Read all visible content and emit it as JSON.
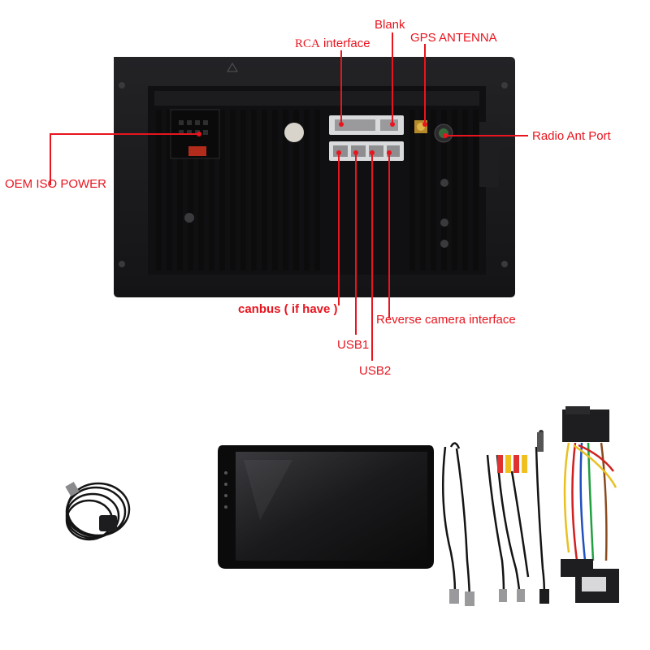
{
  "labels": {
    "rca_prefix": "RCA",
    "rca_suffix": " interface",
    "blank": "Blank",
    "gps_antenna": "GPS ANTENNA",
    "radio_ant_port": "Radio Ant Port",
    "oem_iso_power": "OEM ISO POWER",
    "canbus": "canbus ( if have )",
    "reverse_camera": "Reverse camera interface",
    "usb1": "USB1",
    "usb2": "USB2"
  },
  "colors": {
    "label_red": "#e8141e",
    "chassis": "#1b1b1d",
    "rib": "#0c0c0d",
    "connector": "#d9dadc",
    "pointer": "#e8141e"
  },
  "icons": {
    "gps_module": "gps-antenna-module",
    "head_unit": "car-stereo-screen",
    "harness": "wiring-harness"
  }
}
